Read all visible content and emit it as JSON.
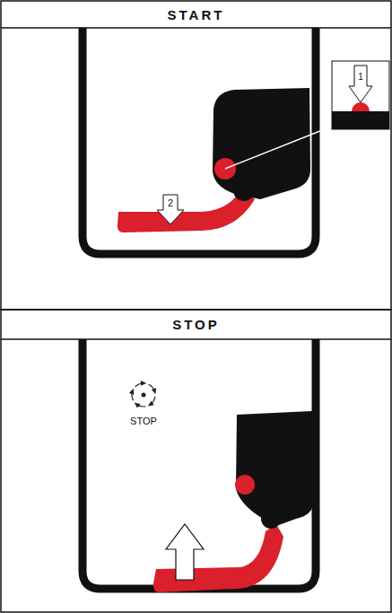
{
  "diagram": {
    "nodes": [
      {
        "text": [
          "START"
        ]
      },
      {
        "text": [
          "STOP"
        ]
      }
    ],
    "labels": [
      "1",
      "2",
      "STOP"
    ]
  }
}
